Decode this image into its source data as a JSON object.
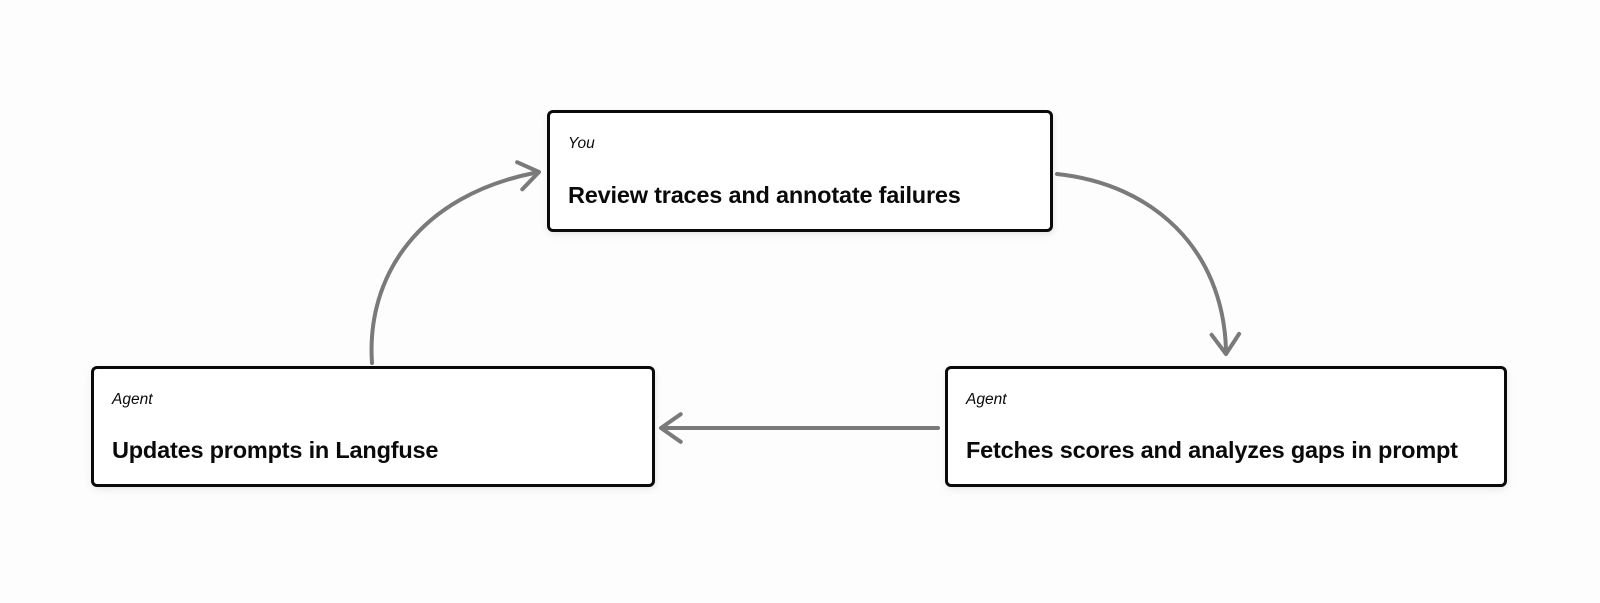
{
  "diagram": {
    "description_type": "workflow-cycle",
    "nodes": [
      {
        "id": "review",
        "role_label": "You",
        "title": "Review traces and annotate failures"
      },
      {
        "id": "fetch",
        "role_label": "Agent",
        "title": "Fetches scores and analyzes gaps in prompt"
      },
      {
        "id": "update",
        "role_label": "Agent",
        "title": "Updates prompts in Langfuse"
      }
    ],
    "edges": [
      {
        "from": "review",
        "to": "fetch"
      },
      {
        "from": "fetch",
        "to": "update"
      },
      {
        "from": "update",
        "to": "review"
      }
    ]
  },
  "colors": {
    "box_border": "#0a0a0a",
    "box_fill": "#ffffff",
    "arrow": "#7a7a7a",
    "text": "#0a0a0a",
    "background": "#fdfdfd"
  }
}
